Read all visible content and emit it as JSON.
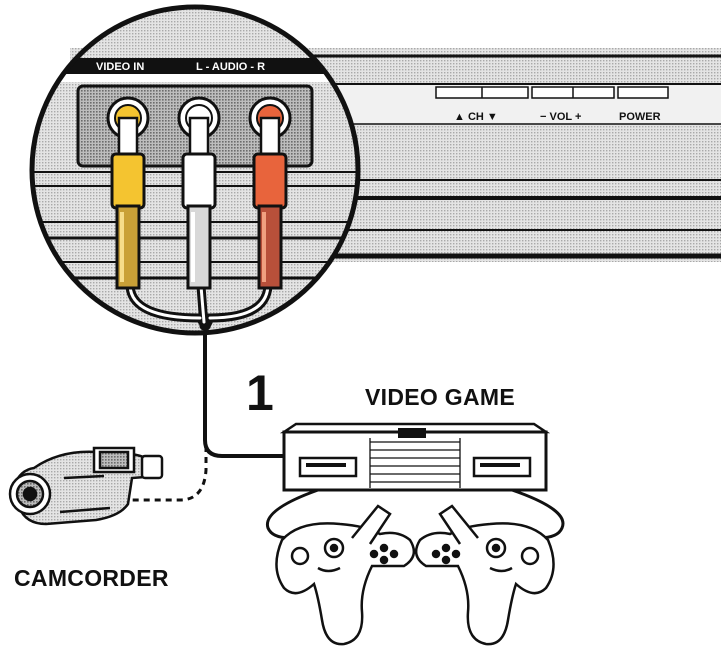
{
  "tv_panel": {
    "jack_group_labels": {
      "video_in": "VIDEO IN",
      "audio": "L - AUDIO - R"
    },
    "controls": {
      "ch": "▲ CH ▼",
      "vol": "− VOL +",
      "power": "POWER"
    }
  },
  "step_number": "1",
  "devices": {
    "video_game": "VIDEO GAME",
    "camcorder": "CAMCORDER"
  },
  "colors": {
    "video_plug": "#f4c430",
    "left_audio_plug": "#ffffff",
    "right_audio_plug": "#e8643c",
    "outline": "#111111",
    "panel_texture": "#cfcfcf"
  }
}
